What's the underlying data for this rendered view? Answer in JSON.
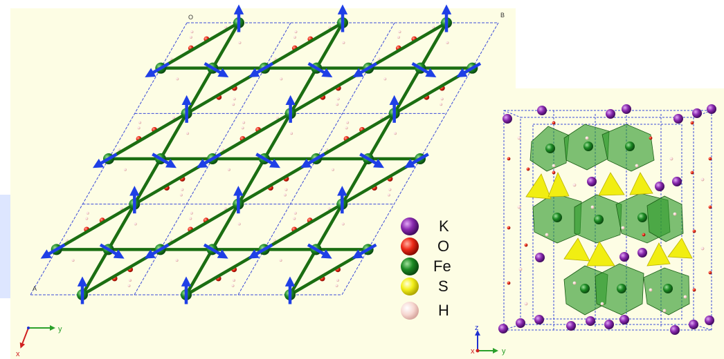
{
  "structure_left": {
    "cell_labels": {
      "origin": "O",
      "b": "B",
      "a": "A"
    },
    "axes": {
      "y": "y",
      "x": "x"
    }
  },
  "structure_right": {
    "axes": {
      "z": "z",
      "y": "y",
      "x": "x"
    }
  },
  "legend": {
    "items": [
      {
        "label": "K",
        "color": "#8a2ab0"
      },
      {
        "label": "O",
        "color": "#ee2a18"
      },
      {
        "label": "Fe",
        "color": "#1c8a24"
      },
      {
        "label": "S",
        "color": "#f4f01c"
      },
      {
        "label": "H",
        "color": "#f6d6d0"
      }
    ]
  },
  "colors": {
    "background": "#fdfde4",
    "cell_edges": "#3a4ad8",
    "bond": "#1b6e12",
    "spin_arrow": "#1f3fe6",
    "fe_atom": "#1c8a24",
    "o_atom": "#ee2a18",
    "h_atom": "#f6d6d0",
    "k_atom": "#8a2ab0",
    "s_tetrahedron": "#f1ee12",
    "fe_octahedron": "#2f9a2c"
  }
}
